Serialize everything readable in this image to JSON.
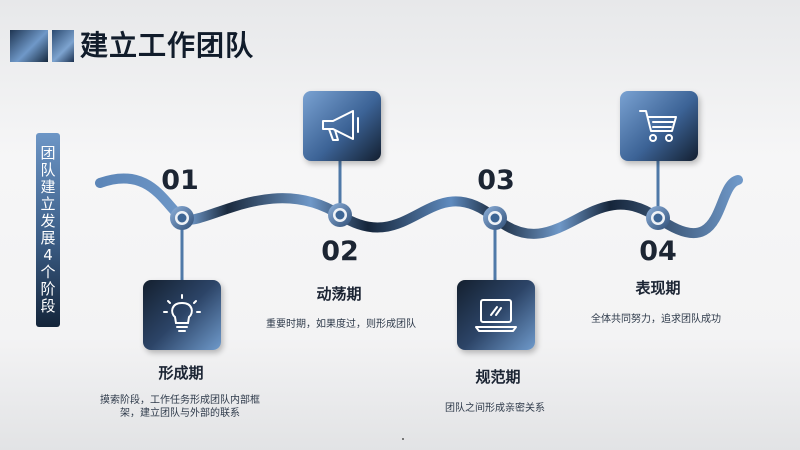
{
  "title": "建立工作团队",
  "side_label": [
    "团",
    "队",
    "建",
    "立",
    "发",
    "展",
    "4",
    "个",
    "阶",
    "段"
  ],
  "steps": [
    {
      "num": "01",
      "title": "形成期",
      "icon": "lightbulb-icon",
      "desc": "摸索阶段，工作任务形成团队内部框架，建立团队与外部的联系"
    },
    {
      "num": "02",
      "title": "动荡期",
      "icon": "megaphone-icon",
      "desc": "重要时期，如果度过，则形成团队"
    },
    {
      "num": "03",
      "title": "规范期",
      "icon": "laptop-icon",
      "desc": "团队之间形成亲密关系"
    },
    {
      "num": "04",
      "title": "表现期",
      "icon": "shopping-cart-icon",
      "desc": "全体共同努力，追求团队成功"
    }
  ],
  "colors": {
    "accent_light": "#6f98c8",
    "accent_dark": "#15253a",
    "text_dark": "#111c2b"
  }
}
